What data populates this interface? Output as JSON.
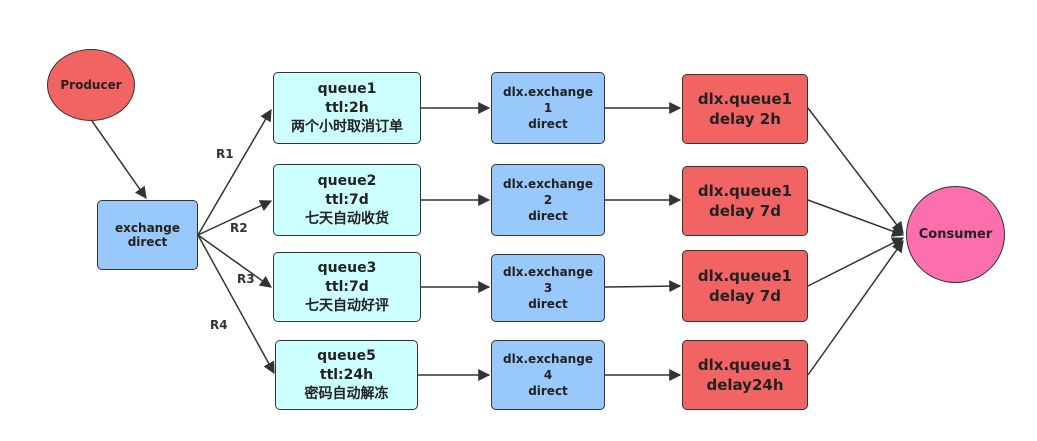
{
  "producer": {
    "label": "Producer"
  },
  "consumer": {
    "label": "Consumer"
  },
  "exchange": {
    "line1": "exchange",
    "line2": "direct"
  },
  "routes": [
    "R1",
    "R2",
    "R3",
    "R4"
  ],
  "queues": [
    {
      "name": "queue1",
      "ttl": "ttl:2h",
      "desc": "两个小时取消订单"
    },
    {
      "name": "queue2",
      "ttl": "ttl:7d",
      "desc": "七天自动收货"
    },
    {
      "name": "queue3",
      "ttl": "ttl:7d",
      "desc": "七天自动好评"
    },
    {
      "name": "queue5",
      "ttl": "ttl:24h",
      "desc": "密码自动解冻"
    }
  ],
  "dlx_exchanges": [
    {
      "name": "dlx.exchange",
      "num": "1",
      "type": "direct"
    },
    {
      "name": "dlx.exchange",
      "num": "2",
      "type": "direct"
    },
    {
      "name": "dlx.exchange",
      "num": "3",
      "type": "direct"
    },
    {
      "name": "dlx.exchange",
      "num": "4",
      "type": "direct"
    }
  ],
  "dlx_queues": [
    {
      "name": "dlx.queue1",
      "delay": "delay 2h"
    },
    {
      "name": "dlx.queue1",
      "delay": "delay 7d"
    },
    {
      "name": "dlx.queue1",
      "delay": "delay 7d"
    },
    {
      "name": "dlx.queue1",
      "delay": "delay24h"
    }
  ],
  "colors": {
    "producer": "#f26463",
    "consumer": "#fb6fae",
    "exchange": "#99c9fa",
    "queue": "#ccffff",
    "dlx_queue": "#f26463",
    "edge": "#333333"
  }
}
